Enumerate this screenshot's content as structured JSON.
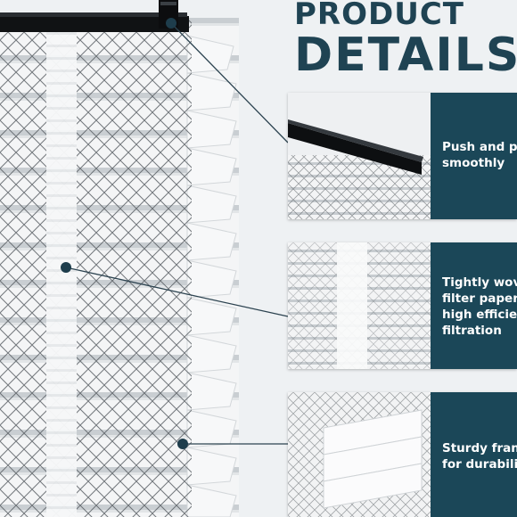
{
  "heading": {
    "line1": "PRODUCT",
    "line2": "DETAILS"
  },
  "callouts": [
    {
      "text": "Push and p\nsmoothly"
    },
    {
      "text": "Tightly wov\nfilter paper\nhigh efficie\nfiltration"
    },
    {
      "text": "Sturdy fran\nfor durabili"
    }
  ],
  "colors": {
    "accent": "#1b4758",
    "title": "#1f4353",
    "background": "#eef1f3"
  }
}
